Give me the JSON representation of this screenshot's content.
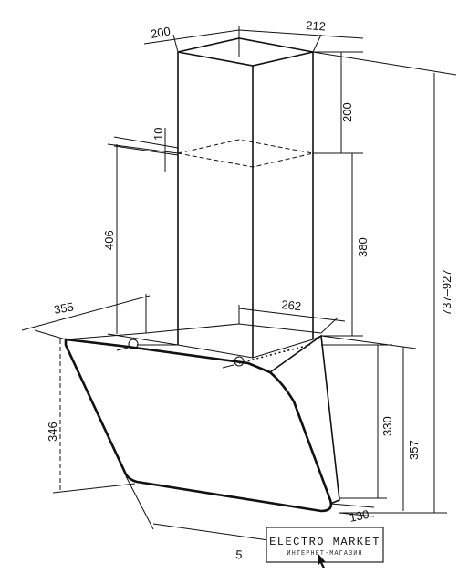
{
  "dimensions": {
    "chimney_width": "200",
    "chimney_depth": "212",
    "chimney_top_gap": "200",
    "bracket_offset": "10",
    "chimney_lower_height": "406",
    "chimney_inner_height": "380",
    "total_height": "737–927",
    "hood_depth": "355",
    "body_width": "262",
    "glass_height": "346",
    "body_height": "330",
    "hood_height": "357",
    "bottom_depth": "130",
    "overall_width_partial": "5"
  },
  "watermark": {
    "title": "ELECTRO MARKET",
    "subtitle": "ИНТЕРНЕТ-МАГАЗИН"
  }
}
